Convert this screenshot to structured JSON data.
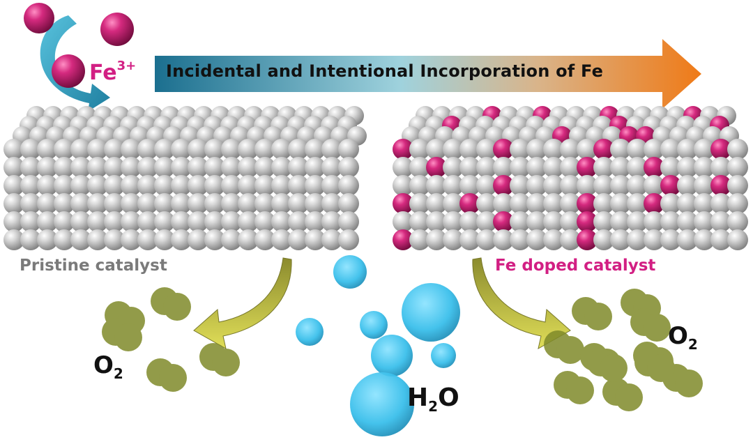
{
  "labels": {
    "process_arrow": "Incidental and Intentional Incorporation of Fe",
    "fe_ion": "Fe",
    "fe_charge": "3+",
    "left_caption": "Pristine catalyst",
    "right_caption": "Fe doped catalyst",
    "o2_left": "O",
    "o2_left_sub": "2",
    "o2_right": "O",
    "o2_right_sub": "2",
    "h2o_h": "H",
    "h2o_sub": "2",
    "h2o_o": "O"
  },
  "colors": {
    "pristine_atom": "#bdbdbd",
    "fe_atom": "#c8196e",
    "oxygen_bubble": "#7f8a2a",
    "water_droplet": "#3cc4ef",
    "arrow_start": "#1b6f8f",
    "arrow_end": "#ef7a17",
    "down_arrow": "#c8c63a",
    "ion_arrow": "#3aa6c2"
  },
  "icons": [
    "fe-ion-sphere",
    "curved-ion-arrow",
    "process-arrow",
    "curved-down-arrow",
    "oxygen-bubble",
    "water-droplet"
  ]
}
